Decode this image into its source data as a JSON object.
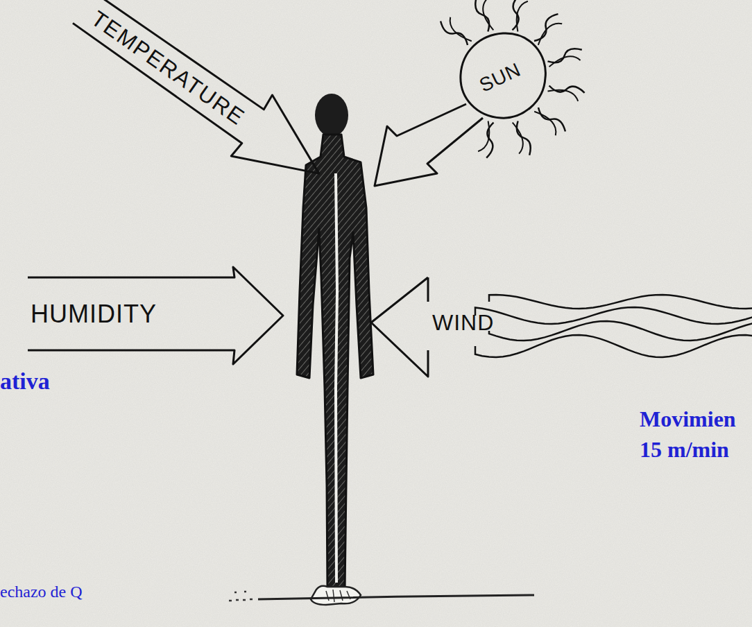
{
  "diagram": {
    "nodes": [
      {
        "text": [
          "TEMPERATURE"
        ]
      },
      {
        "text": [
          "SUN"
        ]
      },
      {
        "text": [
          "HUMIDITY"
        ]
      },
      {
        "text": [
          "WIND"
        ]
      }
    ],
    "labels": [
      "ativa",
      "Movimien 15 m/min",
      "echazo de Q"
    ]
  }
}
